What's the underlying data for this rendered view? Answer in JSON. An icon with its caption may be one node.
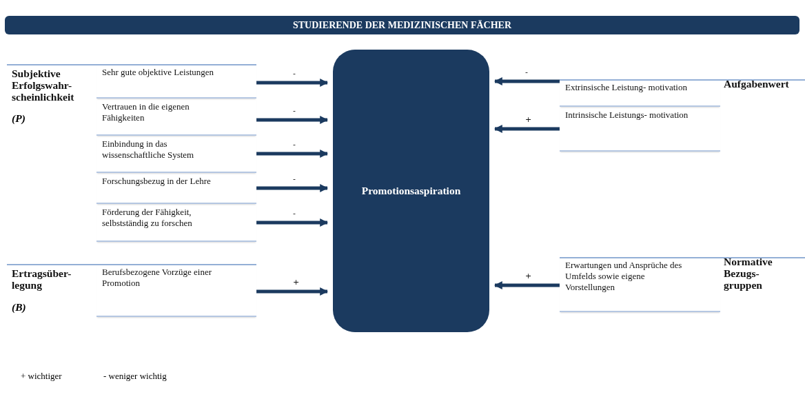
{
  "diagram": {
    "title": "STUDIERENDE DER MEDIZINISCHEN FÄCHER",
    "nodes": [
      {
        "text": [
          "Subjektive Erfolgswahr- scheinlichkeit",
          "(P)"
        ]
      },
      {
        "text": [
          "Sehr gute objektive Leistungen"
        ],
        "in": 0
      },
      {
        "text": [
          "Vertrauen in die eigenen Fähigkeiten"
        ],
        "in": 0
      },
      {
        "text": [
          "Einbindung in das wissenschaftliche System"
        ],
        "in": 0
      },
      {
        "text": [
          "Forschungsbezug in der Lehre"
        ],
        "in": 0
      },
      {
        "text": [
          "Förderung der Fähigkeit, selbstständig zu forschen"
        ],
        "in": 0
      },
      {
        "text": [
          "Ertragsüber- legung",
          "(B)"
        ]
      },
      {
        "text": [
          "Berufsbezogene Vorzüge einer Promotion"
        ],
        "in": 6
      },
      {
        "text": [
          "Promotionsaspiration"
        ]
      },
      {
        "text": [
          "Aufgabenwert"
        ]
      },
      {
        "text": [
          "Extrinsische Leistung- motivation"
        ],
        "in": 9
      },
      {
        "text": [
          "Intrinsische Leistungs- motivation"
        ],
        "in": 9
      },
      {
        "text": [
          "Normative Bezugs- gruppen"
        ]
      },
      {
        "text": [
          "Erwartungen und Ansprüche des Umfelds sowie eigene Vorstellungen"
        ],
        "in": 12
      }
    ],
    "edges": [
      {
        "from": 1,
        "to": 8,
        "arrow": "to",
        "label": "-"
      },
      {
        "from": 2,
        "to": 8,
        "arrow": "to",
        "label": "-"
      },
      {
        "from": 3,
        "to": 8,
        "arrow": "to",
        "label": "-"
      },
      {
        "from": 4,
        "to": 8,
        "arrow": "to",
        "label": "-"
      },
      {
        "from": 5,
        "to": 8,
        "arrow": "to",
        "label": "-"
      },
      {
        "from": 7,
        "to": 8,
        "arrow": "to",
        "label": "+"
      },
      {
        "from": 10,
        "to": 8,
        "arrow": "to",
        "label": "-"
      },
      {
        "from": 11,
        "to": 8,
        "arrow": "to",
        "label": "+"
      },
      {
        "from": 13,
        "to": 8,
        "arrow": "to",
        "label": "+"
      }
    ],
    "labels": [
      "+ wichtiger",
      "- weniger wichtig"
    ]
  }
}
